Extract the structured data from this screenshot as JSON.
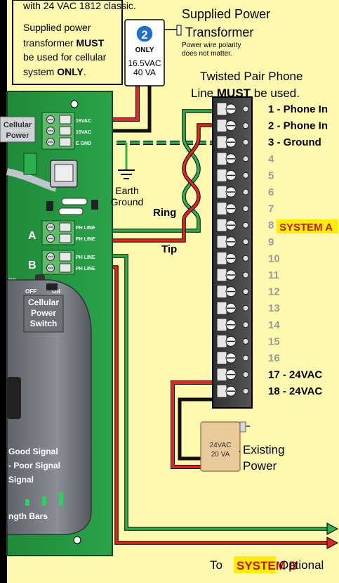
{
  "note": {
    "line1": "with 24 VAC 1812 classic.",
    "line2": "Supplied power",
    "line3a": "transformer ",
    "line3b": "MUST",
    "line4": "be used for cellular",
    "line5a": "system ",
    "line5b": "ONLY",
    "line5c": "."
  },
  "transformer_supplied": {
    "badge_number": "2",
    "badge_label": "ONLY",
    "rating_voltage": "16.5VAC",
    "rating_power": "40 VA",
    "title_line1": "Supplied Power",
    "title_line2": "Transformer",
    "polarity_line1": "Power wire polarity",
    "polarity_line2": "does not matter."
  },
  "phone_line_note": {
    "line1": "Twisted Pair Phone",
    "line2a": "Line ",
    "line2b": "MUST",
    "line2c": " be used."
  },
  "module": {
    "cellular_power_label_1": "Cellular",
    "cellular_power_label_2": "Power",
    "terminal_power": [
      "16VAC",
      "16VAC",
      "E GND"
    ],
    "terminal_a": [
      "PH LINE",
      "PH LINE"
    ],
    "terminal_b": [
      "PH LINE",
      "PH LINE"
    ],
    "label_a": "A",
    "label_b": "B",
    "label_er": "ER",
    "switch_off": "OFF",
    "switch_on": "ON",
    "switch_label": [
      "Cellular",
      "Power",
      "Switch"
    ],
    "signal_good": "Good Signal",
    "signal_poor": "- Poor Signal",
    "signal_none": "Signal",
    "strength_bars": "ngth Bars"
  },
  "earth_ground": [
    "Earth",
    "Ground"
  ],
  "wire_labels": {
    "ring": "Ring",
    "tip": "Tip"
  },
  "terminal_strip": {
    "labels": [
      "1 - Phone In",
      "2 - Phone In",
      "3 - Ground",
      "4",
      "5",
      "6",
      "7",
      "8",
      "9",
      "10",
      "11",
      "12",
      "13",
      "14",
      "15",
      "16",
      "17 - 24VAC",
      "18 - 24VAC"
    ],
    "system_a": "SYSTEM A"
  },
  "existing_power": {
    "rating_voltage": "24VAC",
    "rating_power": "20 VA",
    "label_line1": "Existing",
    "label_line2": "Power"
  },
  "footer": {
    "to": "To",
    "system_b": "SYSTEM B",
    "optional": "Optional"
  }
}
